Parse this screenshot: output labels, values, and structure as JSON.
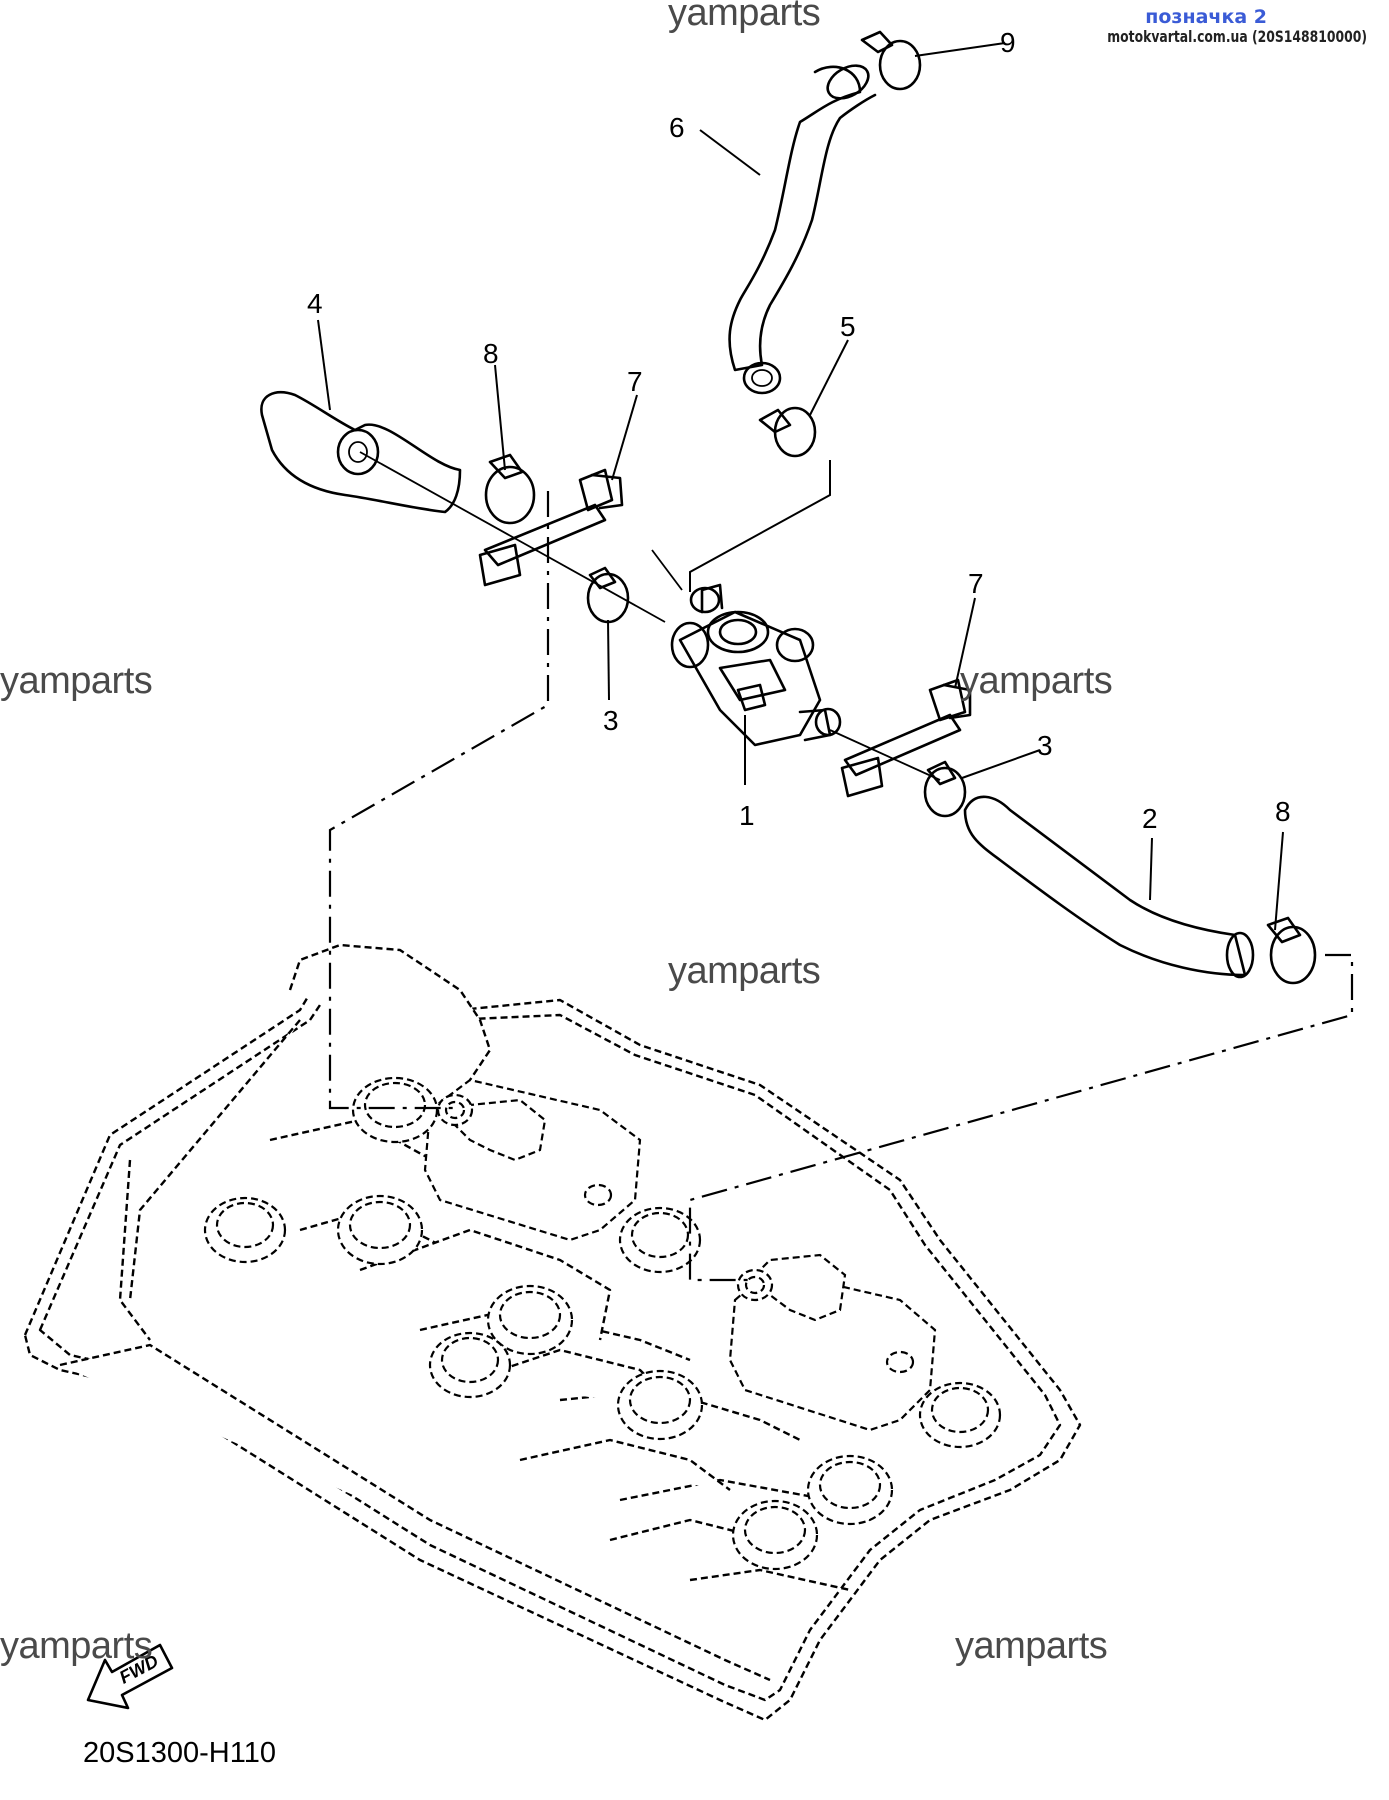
{
  "header": {
    "title": "позначка 2",
    "source": "motokvartal.com.ua (20S148810000)"
  },
  "watermarks": [
    "yamparts",
    "yamparts",
    "yamparts",
    "yamparts",
    "yamparts",
    "yamparts"
  ],
  "callouts": {
    "c1": "1",
    "c2": "2",
    "c3a": "3",
    "c3b": "3",
    "c4": "4",
    "c5": "5",
    "c6": "6",
    "c7a": "7",
    "c7b": "7",
    "c8a": "8",
    "c8b": "8",
    "c9": "9"
  },
  "fwd_label": "FWD",
  "drawing_code": "20S1300-H110"
}
